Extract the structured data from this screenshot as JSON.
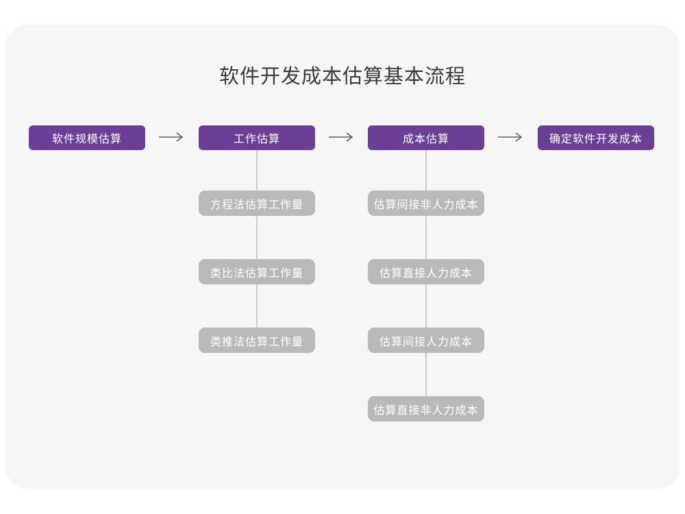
{
  "page": {
    "title": "软件开发成本估算基本流程"
  },
  "colors": {
    "primary_node": "#6b3e98",
    "secondary_node": "#b9b9b9",
    "connector_line": "#cccccc",
    "arrow": "#5f5f5f",
    "canvas_bg": "#f6f6f7",
    "page_bg": "#ffffff",
    "title_text": "#3b3b3b",
    "node_text": "#ffffff"
  },
  "flow": {
    "main_steps": [
      {
        "label": "软件规模估算"
      },
      {
        "label": "工作估算"
      },
      {
        "label": "成本估算"
      },
      {
        "label": "确定软件开发成本"
      }
    ],
    "work_estimation_methods": [
      {
        "label": "方程法估算工作量"
      },
      {
        "label": "类比法估算工作量"
      },
      {
        "label": "类推法估算工作量"
      }
    ],
    "cost_estimation_steps": [
      {
        "label": "估算间接非人力成本"
      },
      {
        "label": "估算直接人力成本"
      },
      {
        "label": "估算间接人力成本"
      },
      {
        "label": "估算直接非人力成本"
      }
    ]
  }
}
